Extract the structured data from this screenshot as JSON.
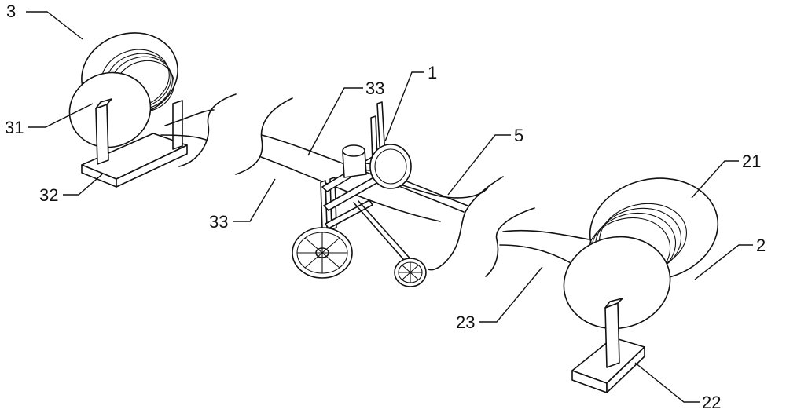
{
  "labels": {
    "l3": "3",
    "l31": "31",
    "l32": "32",
    "l33a": "33",
    "l33b": "33",
    "l1": "1",
    "l5": "5",
    "l21": "21",
    "l2": "2",
    "l23": "23",
    "l22": "22"
  }
}
